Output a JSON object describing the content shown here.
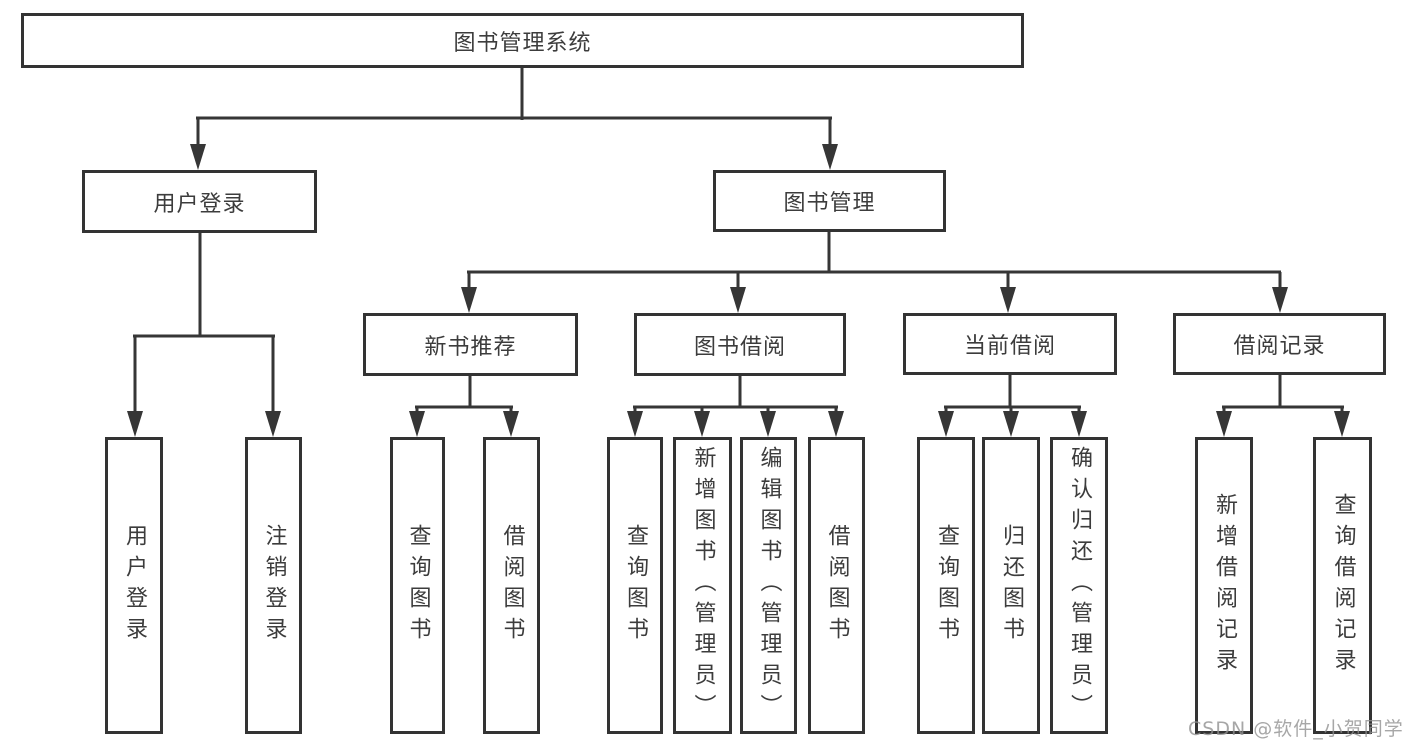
{
  "root": {
    "label": "图书管理系统"
  },
  "branches": {
    "user": {
      "label": "用户登录",
      "children": [
        "用户登录",
        "注销登录"
      ]
    },
    "books": {
      "label": "图书管理",
      "sections": [
        {
          "label": "新书推荐",
          "children": [
            "查询图书",
            "借阅图书"
          ]
        },
        {
          "label": "图书借阅",
          "children": [
            "查询图书",
            "新增图书（管理员）",
            "编辑图书（管理员）",
            "借阅图书"
          ]
        },
        {
          "label": "当前借阅",
          "children": [
            "查询图书",
            "归还图书",
            "确认归还（管理员）"
          ]
        },
        {
          "label": "借阅记录",
          "children": [
            "新增借阅记录",
            "查询借阅记录"
          ]
        }
      ]
    }
  },
  "watermark": "CSDN @软件_小贺同学",
  "colors": {
    "line": "#363636",
    "border": "#333333",
    "text": "#3c3c3c",
    "watermark": "#919191"
  }
}
